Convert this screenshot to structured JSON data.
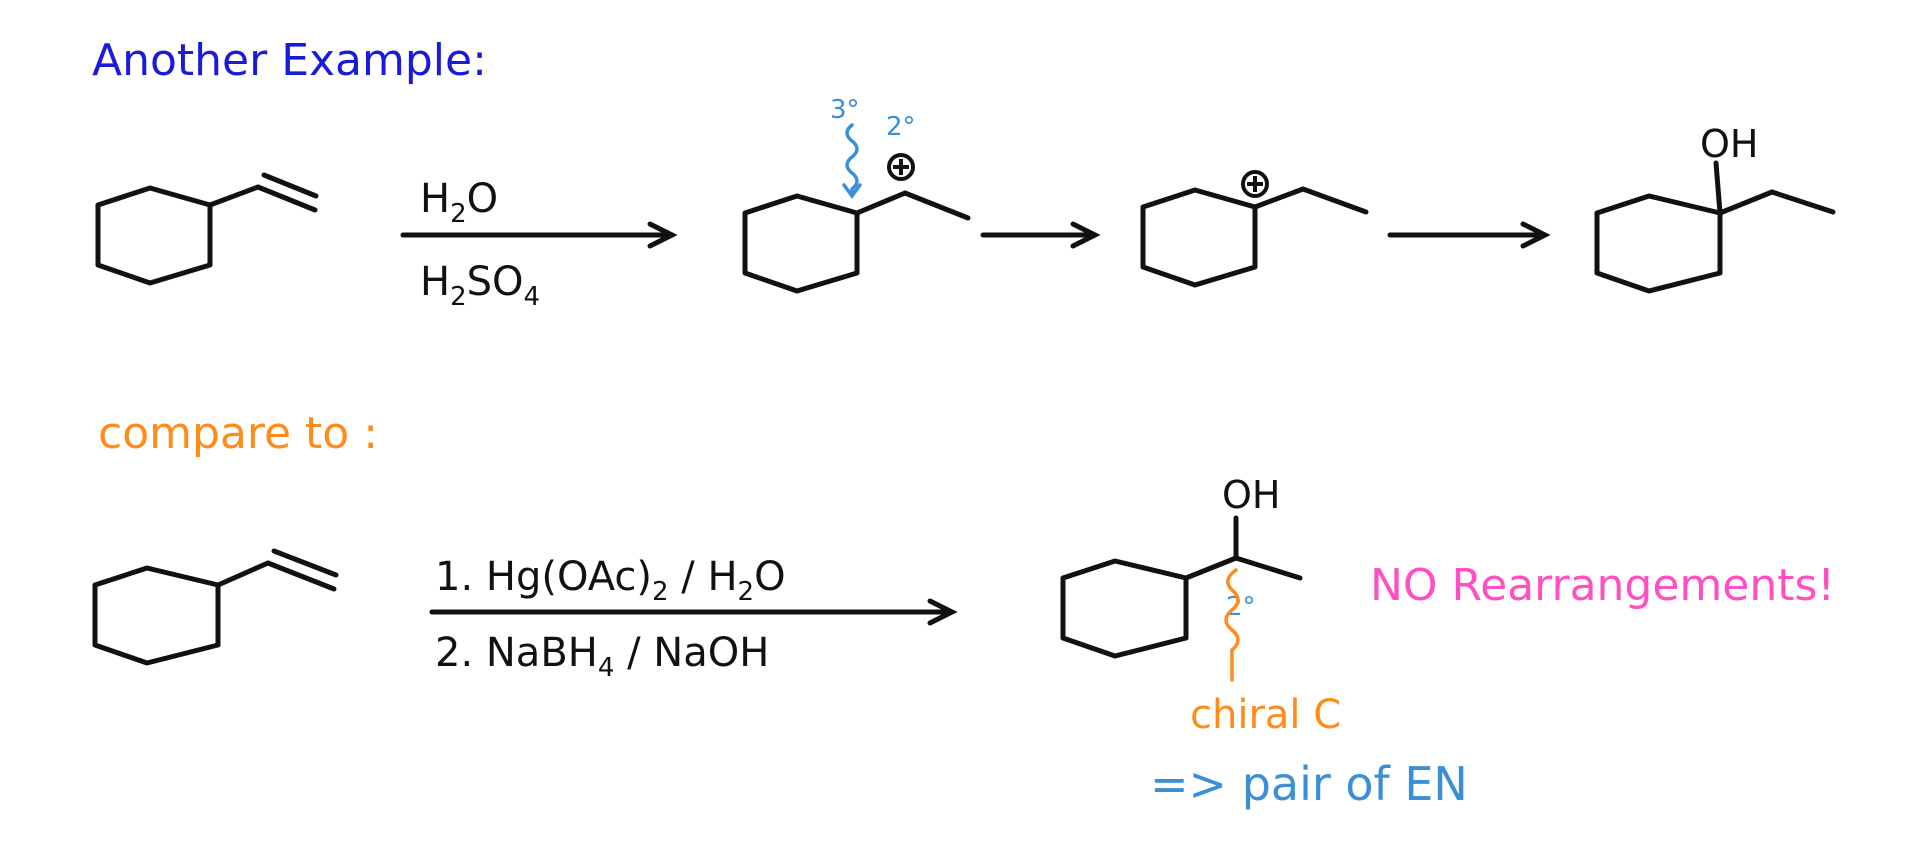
{
  "title": "Another Example:",
  "reaction1": {
    "reagent_top": {
      "main": "H",
      "sub": "2",
      "tail": "O"
    },
    "reagent_bottom": {
      "main": "H",
      "sub": "2",
      "tail": "SO",
      "sub2": "4"
    },
    "label_tertiary": "3°",
    "label_secondary": "2°",
    "product_group": "OH"
  },
  "compare_label": "compare to :",
  "reaction2": {
    "step1": {
      "a": "1. Hg(OAc)",
      "sub": "2",
      "b": " / H",
      "sub2": "2",
      "c": "O"
    },
    "step2": {
      "a": "2. NaBH",
      "sub": "4",
      "b": " / NaOH"
    },
    "product_group": "OH",
    "label_secondary": "2°",
    "chiral_label": "chiral C",
    "enantiomer_note": "=> pair of EN",
    "no_rearrangement": "NO Rearrangements!"
  },
  "colors": {
    "title": "#1a1adb",
    "compare": "#ff8c1a",
    "annotation_blue": "#3a8fd6",
    "highlight_pink": "#ff4fc0",
    "ink": "#111111"
  }
}
